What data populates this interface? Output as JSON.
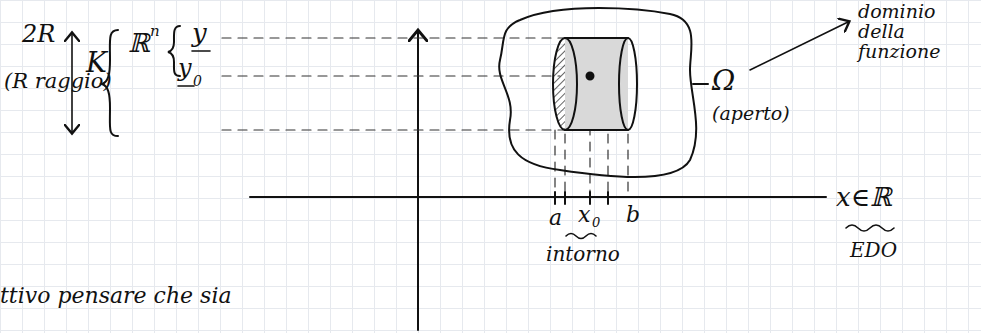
{
  "diagram": {
    "labels": [
      "2R",
      "(R raggio)",
      "K",
      "ℝ",
      "n",
      "y",
      "y",
      "0",
      "Ω",
      "dominio della funzione",
      "(aperto)",
      "a",
      "x",
      "0",
      "b",
      "intorno",
      "x∈ℝ",
      "EDO",
      "ttivo pensare che sia"
    ]
  }
}
